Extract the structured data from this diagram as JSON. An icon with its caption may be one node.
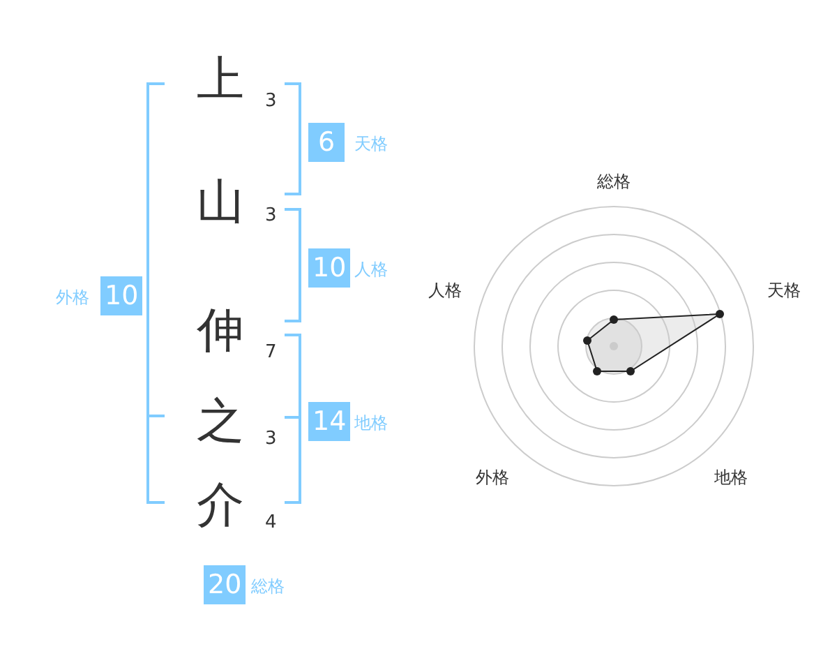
{
  "diagram": {
    "labels": [
      "上",
      "3",
      "6",
      "天格",
      "山",
      "3",
      "10",
      "人格",
      "外格",
      "10",
      "伸",
      "7",
      "之",
      "3",
      "14",
      "地格",
      "介",
      "4",
      "20",
      "総格",
      "総格",
      "人格",
      "天格",
      "外格",
      "地格"
    ]
  }
}
